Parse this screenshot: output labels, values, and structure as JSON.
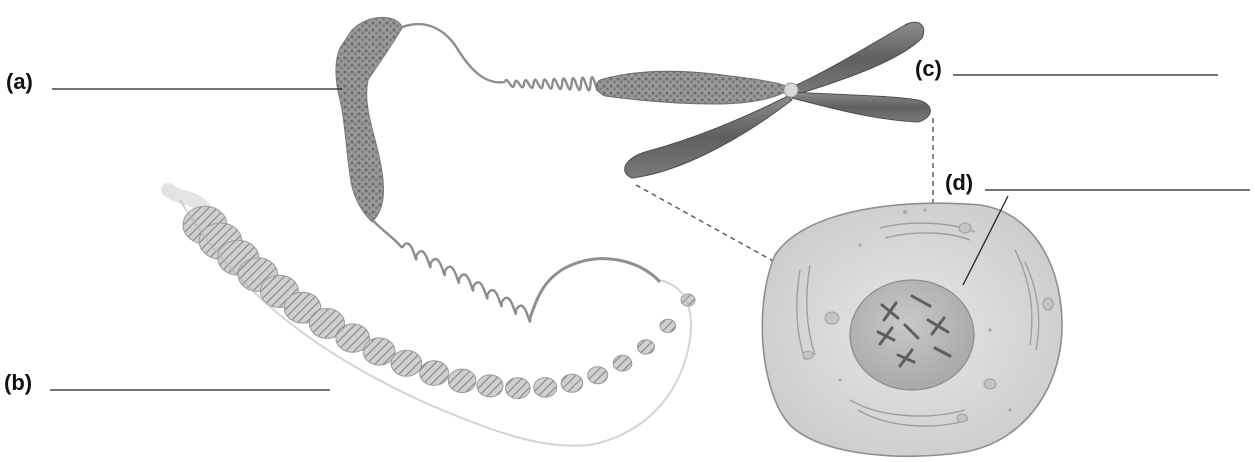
{
  "labels": {
    "a": "(a)",
    "b": "(b)",
    "c": "(c)",
    "d": "(d)"
  },
  "colors": {
    "structure": "#8a8a8a",
    "chromosome": "#6b6b6b",
    "cell": "#dcdcdc",
    "nucleus": "#bfbfbf",
    "label": "#111111"
  }
}
